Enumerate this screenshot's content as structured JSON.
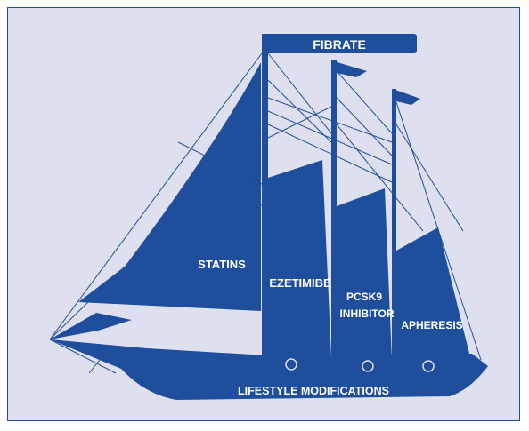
{
  "colors": {
    "background": "#dfe0ef",
    "ship": "#1f4f9c",
    "label": "#ffffff"
  },
  "labels": {
    "fibrate": "FIBRATE",
    "statins": "STATINS",
    "ezetimibe": "EZETIMIBE",
    "pcsk9_line1": "PCSK9",
    "pcsk9_line2": "INHIBITOR",
    "apheresis": "APHERESIS",
    "lifestyle": "LIFESTYLE MODIFICATIONS"
  }
}
